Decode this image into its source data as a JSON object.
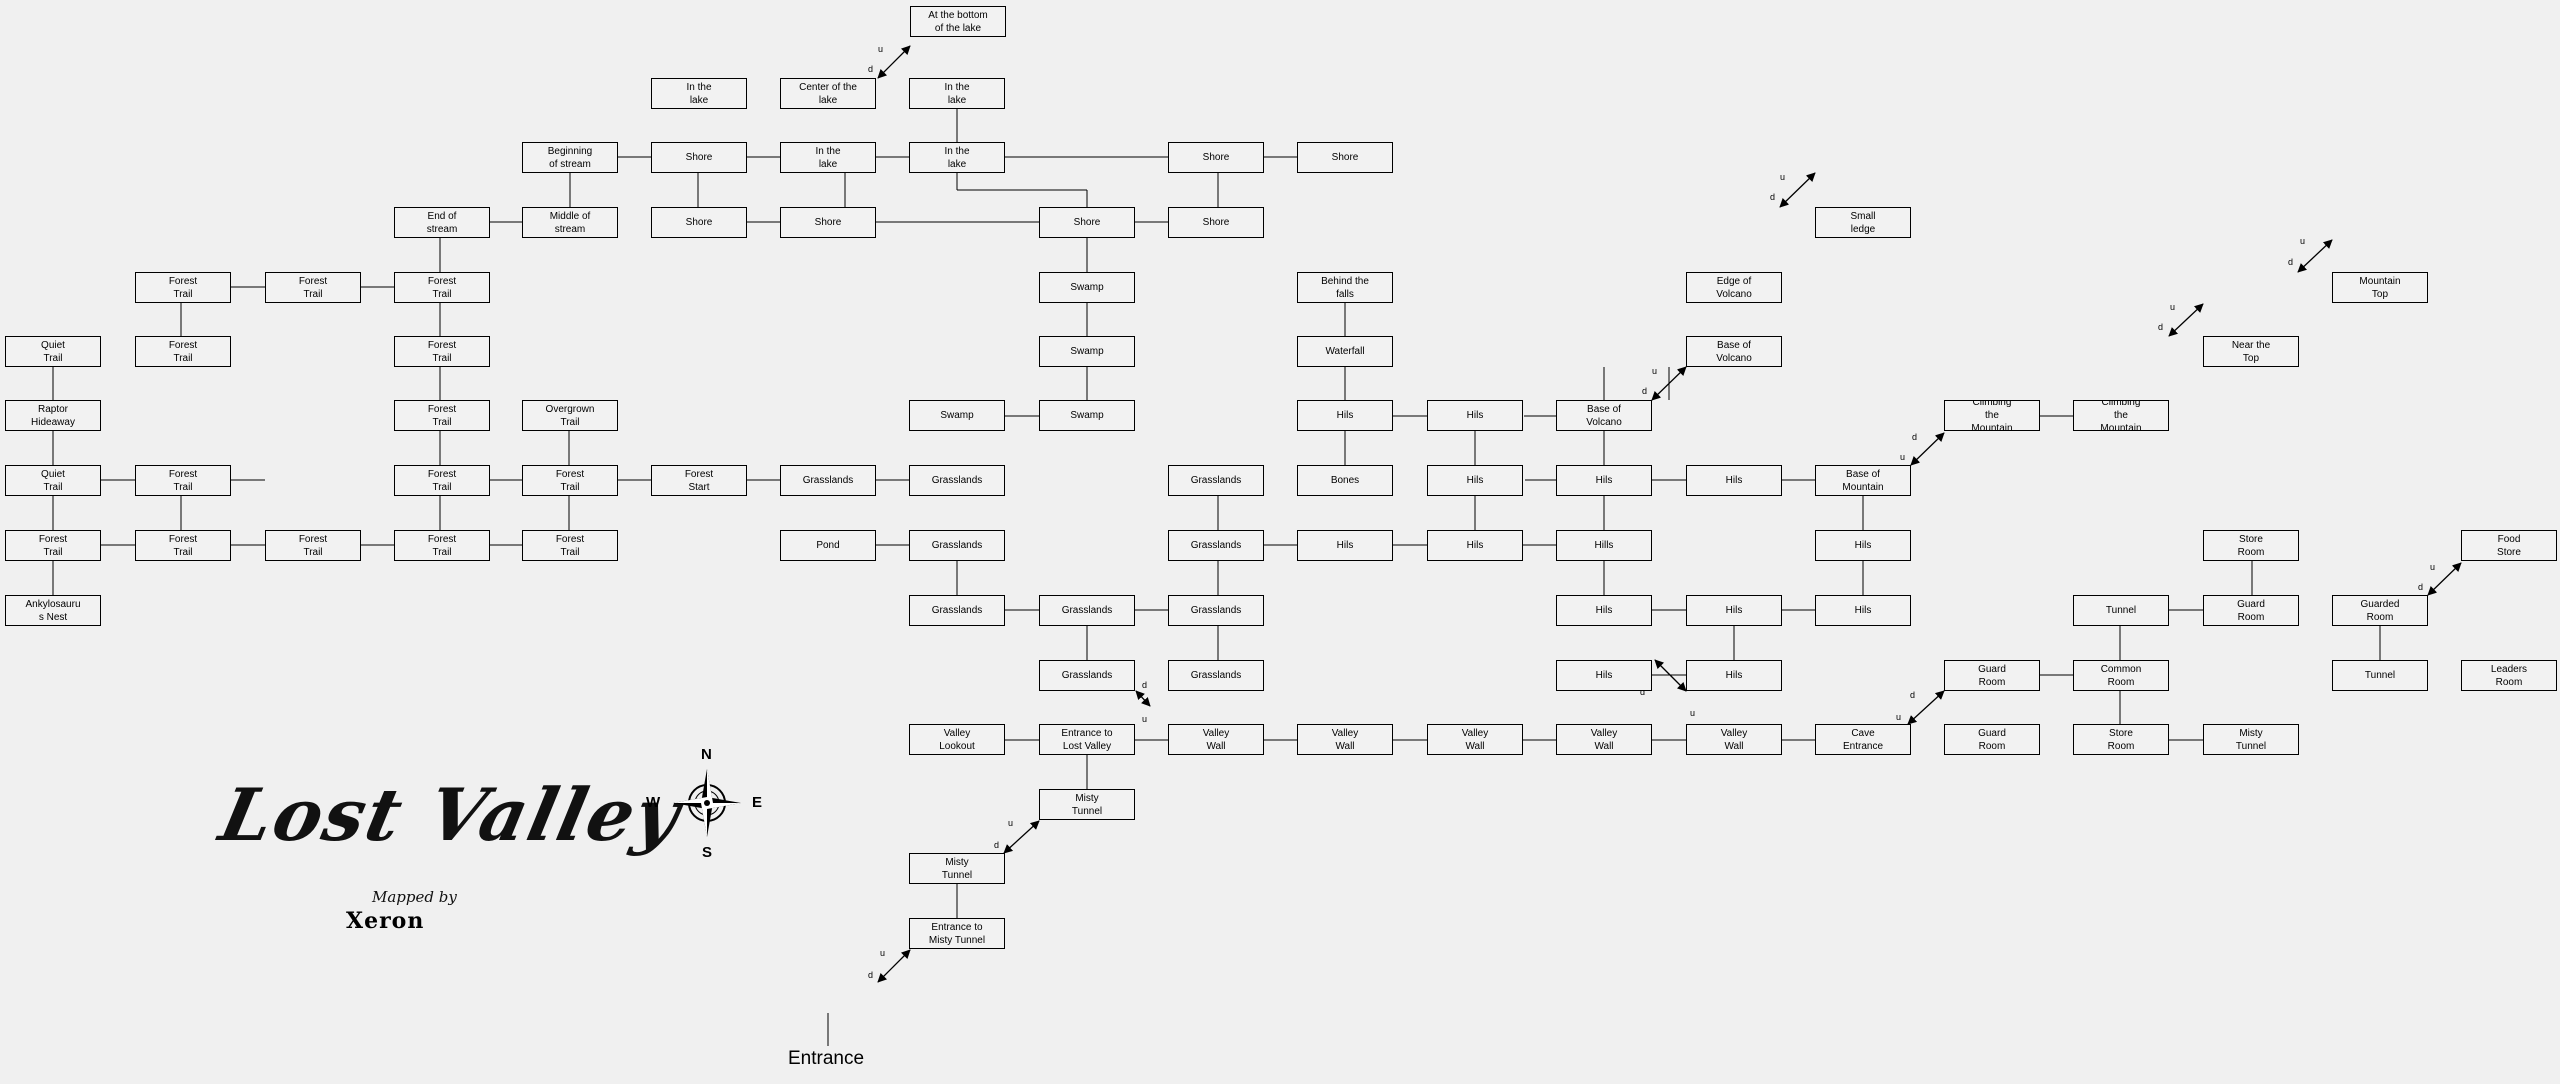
{
  "title": "Lost Valley",
  "credit": {
    "mapped_by": "Mapped by",
    "author": "Xeron"
  },
  "entrance_label": "Entrance",
  "compass": {
    "n": "N",
    "s": "S",
    "e": "E",
    "w": "W"
  },
  "colors": {
    "background": "#f0f0f0",
    "box_fill": "#f2f2f2",
    "line": "#000000"
  },
  "rooms": [
    {
      "label": "At the bottom\nof the lake"
    },
    {
      "label": "In the\nlake"
    },
    {
      "label": "Center of the\nlake"
    },
    {
      "label": "In the\nlake"
    },
    {
      "label": "Beginning\nof stream"
    },
    {
      "label": "Shore"
    },
    {
      "label": "In the\nlake"
    },
    {
      "label": "In the\nlake"
    },
    {
      "label": "Shore"
    },
    {
      "label": "Shore"
    },
    {
      "label": "End of\nstream"
    },
    {
      "label": "Middle of\nstream"
    },
    {
      "label": "Shore"
    },
    {
      "label": "Shore"
    },
    {
      "label": "Shore"
    },
    {
      "label": "Shore"
    },
    {
      "label": "Small\nledge"
    },
    {
      "label": "Forest\nTrail"
    },
    {
      "label": "Forest\nTrail"
    },
    {
      "label": "Forest\nTrail"
    },
    {
      "label": "Swamp"
    },
    {
      "label": "Behind the\nfalls"
    },
    {
      "label": "Edge of\nVolcano"
    },
    {
      "label": "Mountain\nTop"
    },
    {
      "label": "Quiet\nTrail"
    },
    {
      "label": "Forest\nTrail"
    },
    {
      "label": "Forest\nTrail"
    },
    {
      "label": "Swamp"
    },
    {
      "label": "Waterfall"
    },
    {
      "label": "Base of\nVolcano"
    },
    {
      "label": "Near the\nTop"
    },
    {
      "label": "Raptor\nHideaway"
    },
    {
      "label": "Forest\nTrail"
    },
    {
      "label": "Overgrown\nTrail"
    },
    {
      "label": "Swamp"
    },
    {
      "label": "Swamp"
    },
    {
      "label": "Hils"
    },
    {
      "label": "Hils"
    },
    {
      "label": "Base of\nVolcano"
    },
    {
      "label": "Climbing\nthe\nMountain"
    },
    {
      "label": "Climbing\nthe\nMountain"
    },
    {
      "label": "Quiet\nTrail"
    },
    {
      "label": "Forest\nTrail"
    },
    {
      "label": "Forest\nTrail"
    },
    {
      "label": "Forest\nTrail"
    },
    {
      "label": "Forest\nStart"
    },
    {
      "label": "Grasslands"
    },
    {
      "label": "Grasslands"
    },
    {
      "label": "Grasslands"
    },
    {
      "label": "Bones"
    },
    {
      "label": "Hils"
    },
    {
      "label": "Hils"
    },
    {
      "label": "Hils"
    },
    {
      "label": "Base of\nMountain"
    },
    {
      "label": "Forest\nTrail"
    },
    {
      "label": "Forest\nTrail"
    },
    {
      "label": "Forest\nTrail"
    },
    {
      "label": "Forest\nTrail"
    },
    {
      "label": "Forest\nTrail"
    },
    {
      "label": "Pond"
    },
    {
      "label": "Grasslands"
    },
    {
      "label": "Grasslands"
    },
    {
      "label": "Hils"
    },
    {
      "label": "Hils"
    },
    {
      "label": "Hills"
    },
    {
      "label": "Hils"
    },
    {
      "label": "Store\nRoom"
    },
    {
      "label": "Food\nStore"
    },
    {
      "label": "Ankylosauru\ns Nest"
    },
    {
      "label": "Grasslands"
    },
    {
      "label": "Grasslands"
    },
    {
      "label": "Grasslands"
    },
    {
      "label": "Hils"
    },
    {
      "label": "Hils"
    },
    {
      "label": "Hils"
    },
    {
      "label": "Tunnel"
    },
    {
      "label": "Guard\nRoom"
    },
    {
      "label": "Guarded\nRoom"
    },
    {
      "label": "Grasslands"
    },
    {
      "label": "Grasslands"
    },
    {
      "label": "Hils"
    },
    {
      "label": "Hils"
    },
    {
      "label": "Guard\nRoom"
    },
    {
      "label": "Common\nRoom"
    },
    {
      "label": "Tunnel"
    },
    {
      "label": "Leaders\nRoom"
    },
    {
      "label": "Valley\nLookout"
    },
    {
      "label": "Entrance to\nLost Valley"
    },
    {
      "label": "Valley\nWall"
    },
    {
      "label": "Valley\nWall"
    },
    {
      "label": "Valley\nWall"
    },
    {
      "label": "Valley\nWall"
    },
    {
      "label": "Valley\nWall"
    },
    {
      "label": "Cave\nEntrance"
    },
    {
      "label": "Guard\nRoom"
    },
    {
      "label": "Store\nRoom"
    },
    {
      "label": "Misty\nTunnel"
    },
    {
      "label": "Misty\nTunnel"
    },
    {
      "label": "Misty\nTunnel"
    },
    {
      "label": "Entrance to\nMisty Tunnel"
    }
  ],
  "exit_labels": [
    "d",
    "u",
    "d",
    "u",
    "d",
    "u",
    "d",
    "u",
    "d",
    "u",
    "u",
    "d",
    "d",
    "u",
    "d",
    "u",
    "u",
    "d",
    "d",
    "u",
    "d",
    "u",
    "d",
    "u"
  ]
}
